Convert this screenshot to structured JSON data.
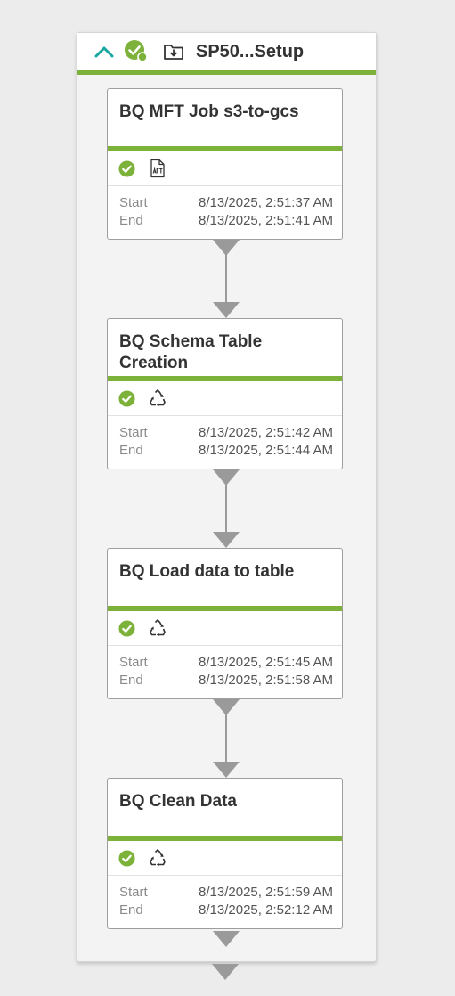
{
  "panel": {
    "title": "SP50...Setup",
    "accent_color": "#7db23a",
    "icons": {
      "collapse": "chevron-up-icon",
      "status": "check-circle-icon",
      "folder": "folder-download-icon"
    }
  },
  "jobs": [
    {
      "title": "BQ MFT Job s3-to-gcs",
      "type_icon": "aft-file-icon",
      "start_label": "Start",
      "start_time": "8/13/2025, 2:51:37 AM",
      "end_label": "End",
      "end_time": "8/13/2025, 2:51:41 AM"
    },
    {
      "title": "BQ Schema Table Creation",
      "type_icon": "recycle-icon",
      "start_label": "Start",
      "start_time": "8/13/2025, 2:51:42 AM",
      "end_label": "End",
      "end_time": "8/13/2025, 2:51:44 AM"
    },
    {
      "title": "BQ Load data to table",
      "type_icon": "recycle-icon",
      "start_label": "Start",
      "start_time": "8/13/2025, 2:51:45 AM",
      "end_label": "End",
      "end_time": "8/13/2025, 2:51:58 AM"
    },
    {
      "title": "BQ Clean Data",
      "type_icon": "recycle-icon",
      "start_label": "Start",
      "start_time": "8/13/2025, 2:51:59 AM",
      "end_label": "End",
      "end_time": "8/13/2025, 2:52:12 AM"
    }
  ]
}
